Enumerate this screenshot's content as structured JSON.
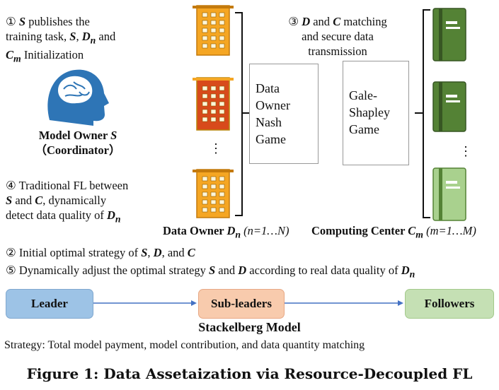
{
  "step1": {
    "num": "①",
    "a": "S",
    "b": " publishes the",
    "c": "training task, ",
    "d": "S",
    "e": ", ",
    "f": "D",
    "f_sub": "n",
    "g": " and",
    "h": "C",
    "h_sub": "m",
    "i": " Initialization"
  },
  "owner": {
    "name": "Model Owner ",
    "var": "S",
    "role": "（Coordinator）"
  },
  "step4": {
    "num": "④",
    "a": " Traditional FL between",
    "b": "S",
    "c": " and ",
    "d": "C",
    "e": ",  dynamically",
    "f": "detect data quality of ",
    "g": "D",
    "g_sub": "n"
  },
  "step3": {
    "num": "③",
    "a": "D",
    "b": " and ",
    "c": "C",
    "d": " matching",
    "e": "and secure data",
    "f": "transmission"
  },
  "game1": {
    "l1": "Data",
    "l2": "Owner",
    "l3": "Nash",
    "l4": "Game"
  },
  "game2": {
    "l1": "Gale-",
    "l2": "Shapley",
    "l3": "Game"
  },
  "data_owner": {
    "label": "Data Owner ",
    "var": "D",
    "sub": "n",
    "range": " (n=1…N)"
  },
  "computing_center": {
    "label": "Computing Center ",
    "var": "C",
    "sub": "m",
    "range": " (m=1…M)"
  },
  "ellipsis": "⋮",
  "step2": {
    "num": "②",
    "a": " Initial optimal strategy of ",
    "b": "S",
    "c": ", ",
    "d": "D",
    "e": ", and ",
    "f": "C"
  },
  "step5": {
    "num": "⑤",
    "a": " Dynamically adjust the optimal strategy ",
    "b": "S",
    "c": " and ",
    "d": "D",
    "e": " according to real data quality of ",
    "f": "D",
    "f_sub": "n"
  },
  "flow": {
    "leader": "Leader",
    "subleaders": "Sub-leaders",
    "followers": "Followers"
  },
  "model_title": "Stackelberg Model",
  "strategy": "Strategy: Total model payment, model contribution, and data quantity matching",
  "caption": "Figure 1: Data Assetaization via Resource-Decoupled FL",
  "colors": {
    "leader": "#9dc3e6",
    "subleaders": "#f8cbad",
    "followers": "#c5e0b4",
    "arrow": "#4472c4",
    "building_orange": "#f5a623",
    "building_red": "#d84a1b",
    "book_dark": "#548235",
    "book_light": "#a9d18e",
    "head": "#2e75b6"
  }
}
